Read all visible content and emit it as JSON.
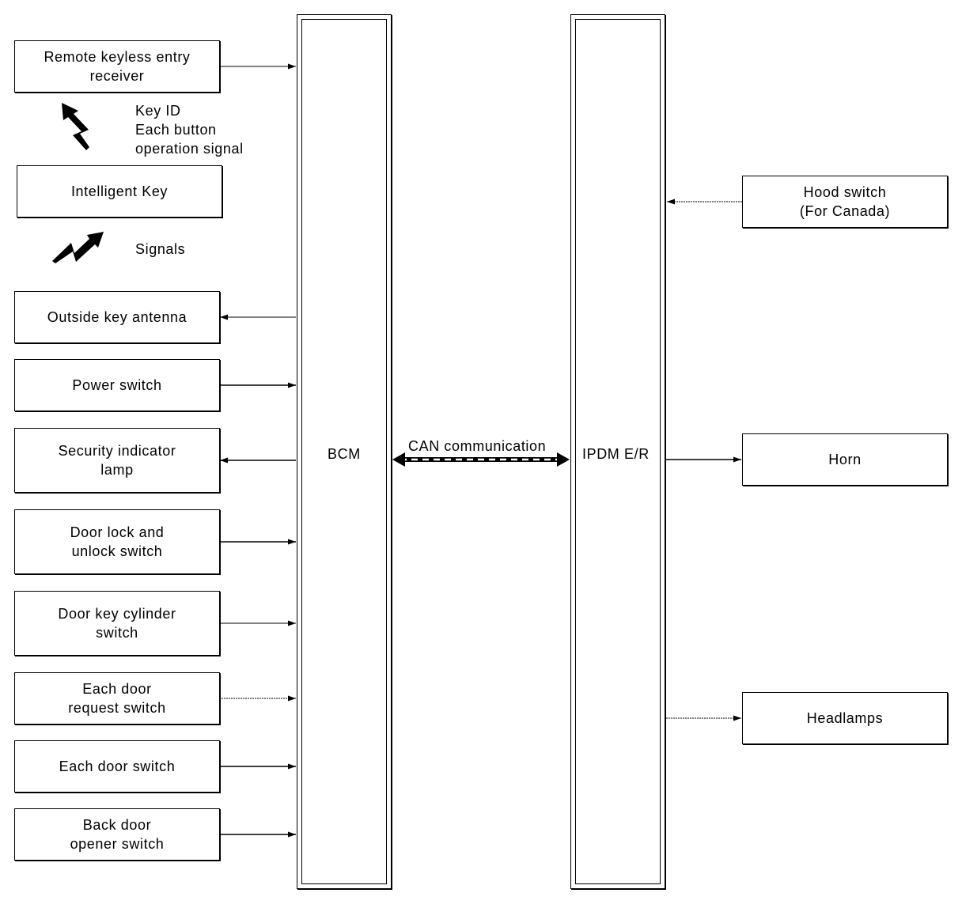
{
  "modules": {
    "bcm": "BCM",
    "ipdm": "IPDM E/R"
  },
  "can_label": "CAN communication",
  "left": {
    "remote_receiver": "Remote keyless entry\nreceiver",
    "key_id_signal": "Key ID\nEach button\noperation signal",
    "intelligent_key": "Intelligent Key",
    "signals": "Signals",
    "outside_antenna": "Outside key antenna",
    "power_switch": "Power switch",
    "security_lamp": "Security indicator\nlamp",
    "door_lock_switch": "Door lock and\nunlock switch",
    "door_key_cylinder": "Door key cylinder\nswitch",
    "door_request_switch": "Each door\nrequest switch",
    "door_switch": "Each door switch",
    "back_door_switch": "Back door\nopener switch"
  },
  "right": {
    "hood_switch": "Hood switch\n(For Canada)",
    "horn": "Horn",
    "headlamps": "Headlamps"
  },
  "icons": {
    "signal_down": "lightning-arrow-down-icon",
    "signal_up": "lightning-arrow-up-icon"
  }
}
